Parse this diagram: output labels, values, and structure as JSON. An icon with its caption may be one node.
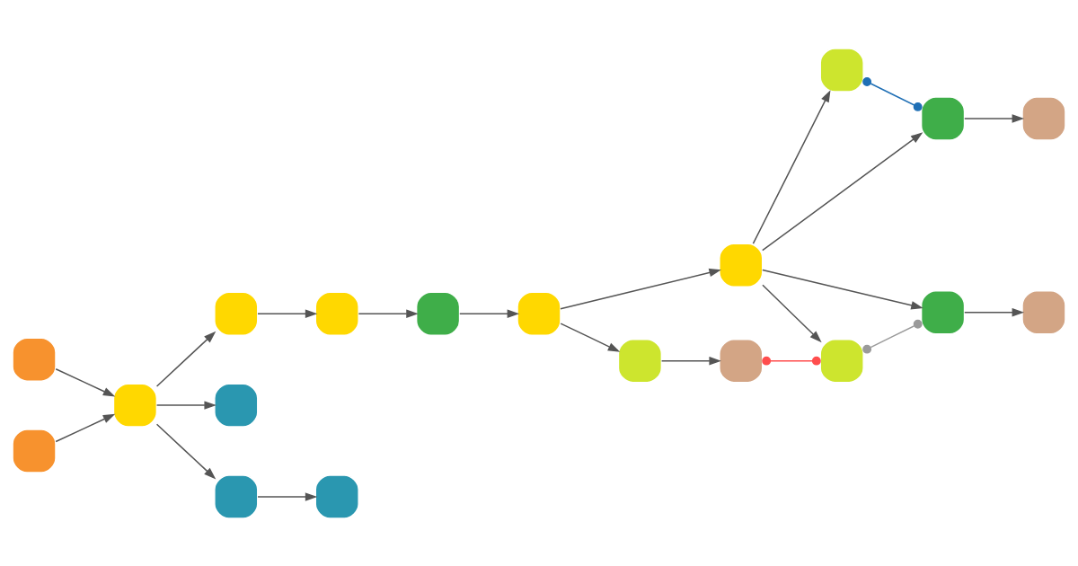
{
  "diagram": {
    "nodes": [
      {
        "text": [],
        "shape": "box"
      },
      {
        "text": [],
        "shape": "box"
      },
      {
        "text": [],
        "shape": "box"
      },
      {
        "text": [],
        "shape": "box"
      },
      {
        "text": [],
        "shape": "box"
      },
      {
        "text": [],
        "shape": "box"
      },
      {
        "text": [],
        "shape": "box"
      },
      {
        "text": [],
        "shape": "box"
      },
      {
        "text": [],
        "shape": "box"
      },
      {
        "text": [],
        "shape": "box"
      },
      {
        "text": [],
        "shape": "box"
      },
      {
        "text": [],
        "shape": "box"
      },
      {
        "text": [],
        "shape": "box"
      },
      {
        "text": [],
        "shape": "box"
      },
      {
        "text": [],
        "shape": "box"
      },
      {
        "text": [],
        "shape": "box"
      },
      {
        "text": [],
        "shape": "box"
      },
      {
        "text": [],
        "shape": "box"
      },
      {
        "text": [],
        "shape": "box"
      }
    ],
    "edges": [
      {
        "from": 0,
        "to": 2,
        "arrow": "to"
      },
      {
        "from": 1,
        "to": 2,
        "arrow": "to"
      },
      {
        "from": 2,
        "to": 3,
        "arrow": "to"
      },
      {
        "from": 2,
        "to": 12,
        "arrow": "to"
      },
      {
        "from": 2,
        "to": 17,
        "arrow": "to"
      },
      {
        "from": 3,
        "to": 4,
        "arrow": "to"
      },
      {
        "from": 4,
        "to": 5,
        "arrow": "to"
      },
      {
        "from": 5,
        "to": 6,
        "arrow": "to"
      },
      {
        "from": 6,
        "to": 7,
        "arrow": "to"
      },
      {
        "from": 6,
        "to": 13,
        "arrow": "to"
      },
      {
        "from": 7,
        "to": 8,
        "arrow": "to"
      },
      {
        "from": 7,
        "to": 15,
        "arrow": "to"
      },
      {
        "from": 7,
        "to": 9,
        "arrow": "to"
      },
      {
        "from": 7,
        "to": 11,
        "arrow": "to"
      },
      {
        "from": 8,
        "to": 9,
        "arrow": "other",
        "color": "#1f6fb5"
      },
      {
        "from": 9,
        "to": 10,
        "arrow": "to"
      },
      {
        "from": 13,
        "to": 14,
        "arrow": "to"
      },
      {
        "from": 14,
        "to": 11,
        "arrow": "other",
        "color": "#ff4d4d"
      },
      {
        "from": 11,
        "to": 15,
        "arrow": "other",
        "color": "#9a9a9a"
      },
      {
        "from": 15,
        "to": 16,
        "arrow": "to"
      },
      {
        "from": 17,
        "to": 18,
        "arrow": "to"
      }
    ]
  }
}
